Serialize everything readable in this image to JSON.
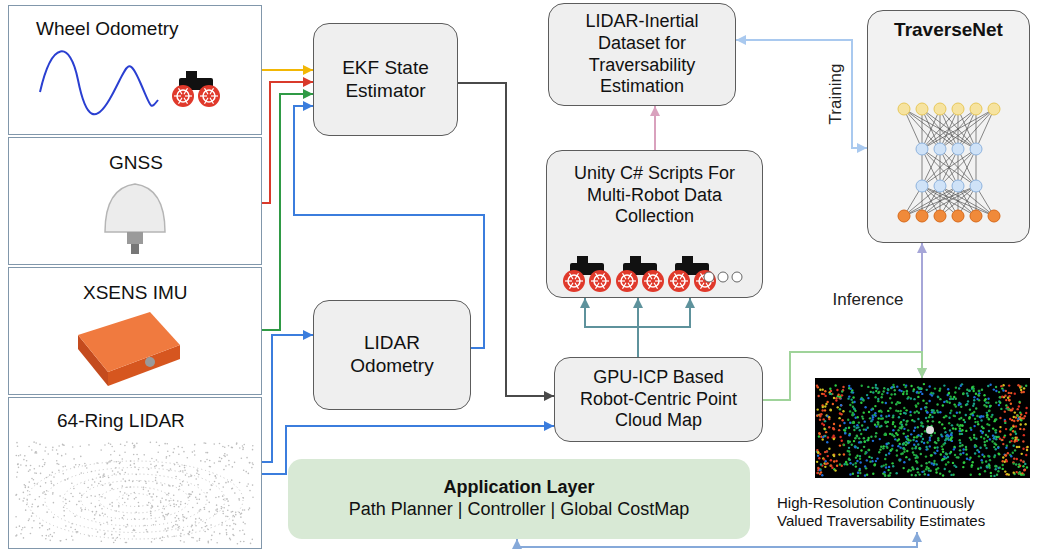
{
  "diagram": {
    "nodes": [
      {
        "text": [
          "Wheel Odometry"
        ]
      },
      {
        "text": [
          "GNSS"
        ]
      },
      {
        "text": [
          "XSENS IMU"
        ]
      },
      {
        "text": [
          "64-Ring LIDAR"
        ]
      },
      {
        "text": [
          "EKF State Estimator"
        ]
      },
      {
        "text": [
          "LIDAR-Inertial Dataset for Traversability Estimation"
        ]
      },
      {
        "text": [
          "TraverseNet"
        ]
      },
      {
        "text": [
          "Unity C# Scripts For Multi-Robot Data Collection"
        ]
      },
      {
        "text": [
          "LIDAR Odometry"
        ]
      },
      {
        "text": [
          "GPU-ICP Based Robot-Centric Point Cloud Map"
        ]
      },
      {
        "text": [
          "Application Layer",
          "Path Planner | Controller | Global CostMap"
        ]
      },
      {
        "text": [
          "High-Resolution Continuously Valued Traversability Estimates"
        ]
      }
    ],
    "edges": [
      {
        "from": 0,
        "to": 4,
        "arrow": "to"
      },
      {
        "from": 1,
        "to": 4,
        "arrow": "to"
      },
      {
        "from": 2,
        "to": 4,
        "arrow": "to"
      },
      {
        "from": 8,
        "to": 4,
        "arrow": "to"
      },
      {
        "from": 3,
        "to": 8,
        "arrow": "to"
      },
      {
        "from": 3,
        "to": 9,
        "arrow": "to"
      },
      {
        "from": 4,
        "to": 9,
        "arrow": "to"
      },
      {
        "from": 9,
        "to": 7,
        "arrow": "to"
      },
      {
        "from": 7,
        "to": 5,
        "arrow": "to"
      },
      {
        "from": 5,
        "to": 6,
        "arrow": "both",
        "label": "Training"
      },
      {
        "from": 6,
        "to": 11,
        "arrow": "both",
        "label": "Inference"
      },
      {
        "from": 9,
        "to": 11,
        "arrow": "to"
      },
      {
        "from": 10,
        "to": 11,
        "arrow": "both"
      }
    ]
  }
}
